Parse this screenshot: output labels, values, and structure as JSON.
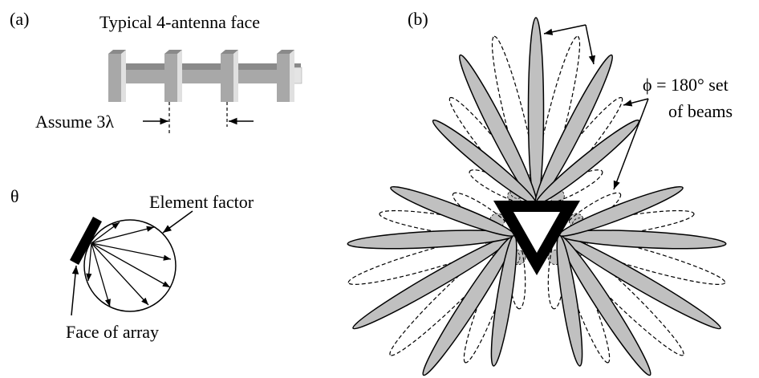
{
  "panel_a": {
    "label": "(a)",
    "title": "Typical 4-antenna face",
    "spacing_label": "Assume 3λ",
    "theta_label": "θ",
    "element_factor_label": "Element factor",
    "face_label": "Face of array"
  },
  "panel_b": {
    "label": "(b)",
    "beam_set_line1": "ϕ = 180° set",
    "beam_set_line2": "of beams"
  },
  "colors": {
    "beam_fill": "#c0c0c0",
    "antenna_gray": "#a8a8a8",
    "ink": "#000000"
  }
}
